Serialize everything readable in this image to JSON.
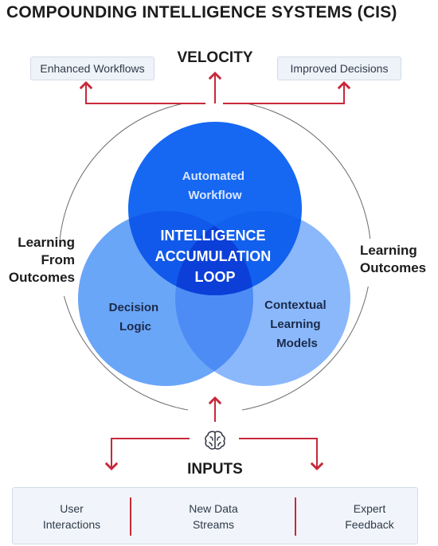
{
  "title": "COMPOUNDING INTELLIGENCE SYSTEMS (CIS)",
  "velocity": "VELOCITY",
  "outputs": {
    "left": "Enhanced Workflows",
    "right": "Improved Decisions"
  },
  "side_labels": {
    "left_lines": [
      "Learning",
      "From",
      "Outcomes"
    ],
    "right_lines": [
      "Learning",
      "Outcomes"
    ]
  },
  "circles": {
    "top_lines": [
      "Automated",
      "Workflow"
    ],
    "left_lines": [
      "Decision",
      "Logic"
    ],
    "right_lines": [
      "Contextual",
      "Learning",
      "Models"
    ],
    "center_lines": [
      "INTELLIGENCE",
      "ACCUMULATION",
      "LOOP"
    ]
  },
  "inputs": {
    "label": "INPUTS",
    "items": [
      {
        "lines": [
          "User",
          "Interactions"
        ]
      },
      {
        "lines": [
          "New Data",
          "Streams"
        ]
      },
      {
        "lines": [
          "Expert",
          "Feedback"
        ]
      }
    ]
  },
  "icons": {
    "inputs": "brain-icon"
  },
  "colors": {
    "arrow": "#c8283a",
    "circle_top": "#1668f2",
    "circle_left": "#6aa6f8",
    "circle_right": "#8ab8fb",
    "center_overlap": "#0b3fd8",
    "box_fill": "#eef3fa"
  }
}
